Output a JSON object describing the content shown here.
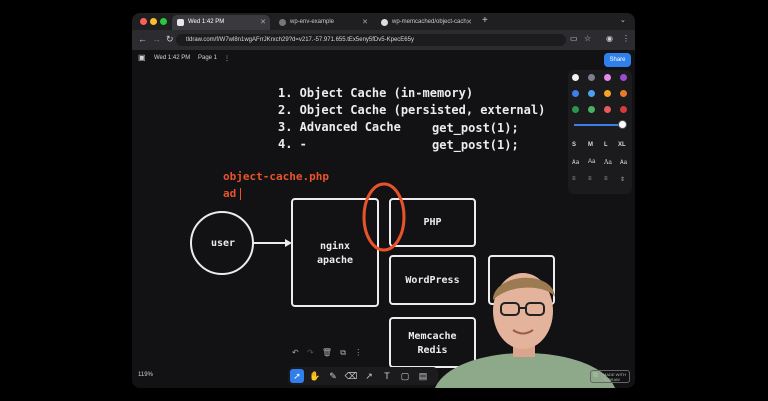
{
  "browser": {
    "tabs": [
      {
        "label": "Wed 1:42 PM",
        "active": true
      },
      {
        "label": "wp-env-example",
        "active": false
      },
      {
        "label": "wp-memcached/object-cach",
        "active": false
      }
    ],
    "url": "tldraw.com/f/W7wl8n1wgAFrrJKrxch29?d=v217.-57.971.655.tEx5eny5fDv5-KpecE65y"
  },
  "tldraw": {
    "page_time": "Wed 1:42 PM",
    "page_name": "Page 1",
    "share_label": "Share",
    "zoom": "119%",
    "badge_line1": "MADE WITH",
    "badge_line2": "TLDRAW",
    "colors": [
      "#f2f2f2",
      "#7c7f8c",
      "#e28ce8",
      "#9b4bd6",
      "#3f7de8",
      "#4ba1f0",
      "#f5a524",
      "#e87a2c",
      "#2b9550",
      "#4cb05e",
      "#e85a5a",
      "#d63a3a"
    ],
    "sizes": [
      "S",
      "M",
      "L",
      "XL"
    ],
    "fonts": [
      "Aa",
      "Aa",
      "Aa",
      "Aa"
    ]
  },
  "canvas": {
    "list": [
      "1. Object Cache (in-memory)",
      "2. Object Cache (persisted, external)",
      "3. Advanced Cache",
      "4. -"
    ],
    "code": [
      "get_post(1);",
      "get_post(1);"
    ],
    "red_note": [
      "object-cache.php",
      "ad"
    ],
    "diagram": {
      "user": "user",
      "server": [
        "nginx",
        "apache"
      ],
      "php": "PHP",
      "wordpress": "WordPress",
      "cache": [
        "Memcache",
        "Redis"
      ]
    }
  }
}
